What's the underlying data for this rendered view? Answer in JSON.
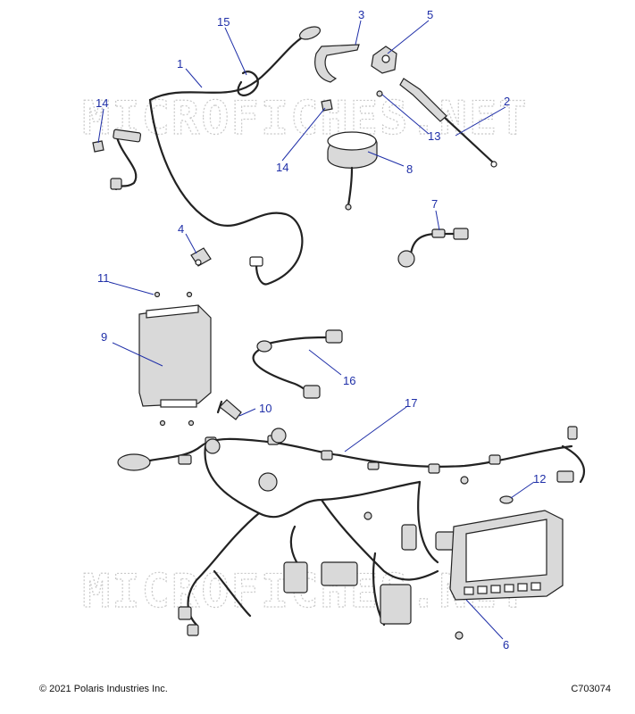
{
  "watermark": "MICROFICHES.NET",
  "footer": {
    "copyright": "© 2021 Polaris Industries Inc.",
    "code": "C703074"
  },
  "callouts": {
    "c1": "1",
    "c2": "2",
    "c3": "3",
    "c4": "4",
    "c5": "5",
    "c6": "6",
    "c7": "7",
    "c8": "8",
    "c9": "9",
    "c10": "10",
    "c11": "11",
    "c12": "12",
    "c13": "13",
    "c14a": "14",
    "c14b": "14",
    "c15": "15",
    "c16": "16",
    "c17": "17"
  },
  "colors": {
    "callout": "#1f2fa8",
    "line": "#222222",
    "watermark": "#c9c9c9"
  }
}
